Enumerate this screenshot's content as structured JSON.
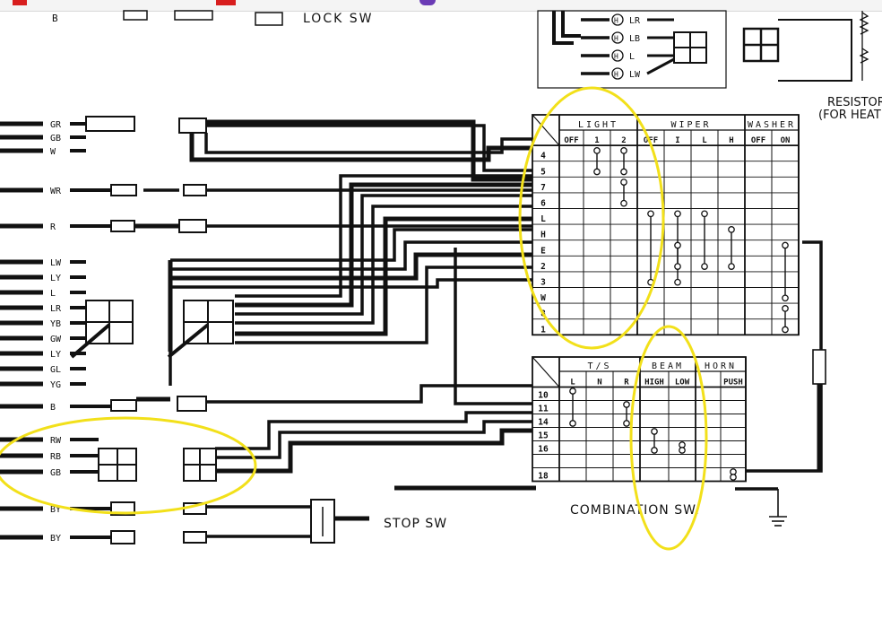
{
  "header": {
    "browser_icons": [
      "brand-red-icon",
      "bookmark-red-icon",
      "extension-purple-icon"
    ]
  },
  "labels": {
    "lock_sw": "LOCK SW",
    "stop_sw": "STOP SW",
    "combination_sw": "COMBINATION SW.",
    "resistor": "RESISTOR",
    "resistor_note": "(FOR HEAT",
    "b_top": "B"
  },
  "connector_top": {
    "wires": [
      "LR",
      "LB",
      "L",
      "LW"
    ]
  },
  "left_wires": {
    "group1": [
      "GR",
      "GB",
      "W"
    ],
    "single1": "WR",
    "single2": "R",
    "group2": [
      "LW",
      "LY",
      "L",
      "LR",
      "YB",
      "GW",
      "LY",
      "GL",
      "YG"
    ],
    "single3": "B",
    "group3": [
      "RW",
      "RB",
      "GB"
    ],
    "single4": "BY",
    "single5": "BY"
  },
  "table1": {
    "groups": [
      "LIGHT",
      "WIPER",
      "WASHER"
    ],
    "columns": [
      "OFF",
      "1",
      "2",
      "OFF",
      "I",
      "L",
      "H",
      "OFF",
      "ON"
    ],
    "rows": [
      "4",
      "5",
      "7",
      "6",
      "L",
      "H",
      "E",
      "2",
      "3",
      "W",
      "8",
      "1"
    ]
  },
  "table2": {
    "groups": [
      "T/S",
      "BEAM",
      "HORN"
    ],
    "columns": [
      "L",
      "N",
      "R",
      "HIGH",
      "LOW",
      "",
      "PUSH"
    ],
    "rows": [
      "10",
      "11",
      "14",
      "15",
      "16",
      "",
      "18"
    ]
  },
  "colors": {
    "ink": "#111111",
    "highlight": "#f2e01a",
    "background": "#ffffff"
  }
}
